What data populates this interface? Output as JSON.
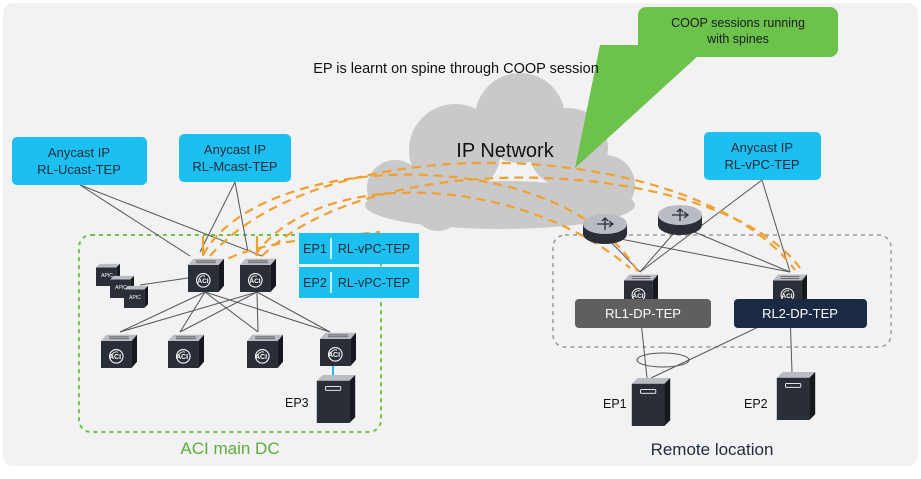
{
  "colors": {
    "background": "#f2f2f2",
    "anycast_box": "#1cc0f0",
    "callout": "#6cc24a",
    "dashed_link": "#f0a030",
    "main_dc_border": "#6cc24a",
    "remote_border": "#9a9a9a",
    "rl1_box": "#5f5f5f",
    "rl2_box": "#1a2a44",
    "text_dark": "#1f2a3a",
    "main_dc_label": "#5aae3a"
  },
  "callout": {
    "line1": "COOP sessions running",
    "line2": "with spines"
  },
  "headline": "EP is learnt on spine through COOP session",
  "cloud": {
    "label": "IP Network"
  },
  "anycast_boxes": [
    {
      "line1": "Anycast IP",
      "line2": "RL-Ucast-TEP"
    },
    {
      "line1": "Anycast IP",
      "line2": "RL-Mcast-TEP"
    },
    {
      "line1": "Anycast IP",
      "line2": "RL-vPC-TEP"
    }
  ],
  "ep_table": [
    {
      "ep": "EP1",
      "tep": "RL-vPC-TEP"
    },
    {
      "ep": "EP2",
      "tep": "RL-vPC-TEP"
    }
  ],
  "rl_boxes": [
    {
      "label": "RL1-DP-TEP"
    },
    {
      "label": "RL2-DP-TEP"
    }
  ],
  "switch_badge": "ACI",
  "apic_badge": "APIC",
  "endpoints": [
    "EP3",
    "EP1",
    "EP2"
  ],
  "locations": {
    "main": "ACI main DC",
    "remote": "Remote location"
  },
  "icons": {
    "spine": "aci-spine-switch-icon",
    "leaf": "aci-leaf-switch-icon",
    "apic": "apic-controller-icon",
    "router": "router-icon",
    "server": "server-icon"
  }
}
